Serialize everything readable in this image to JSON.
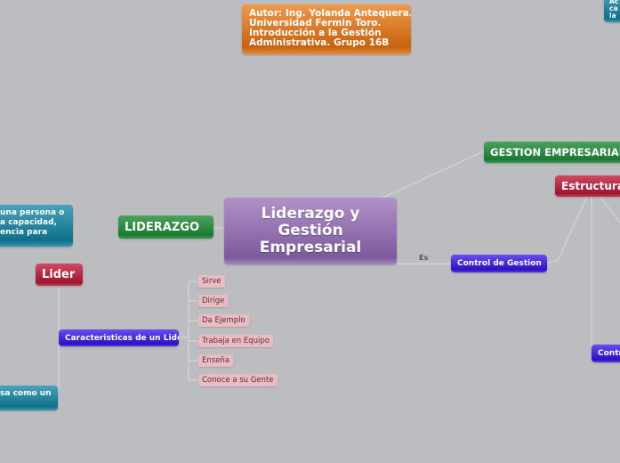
{
  "nodes": {
    "author": [
      "Autor: Ing. Yolanda Antequera.",
      "Universidad Fermin Toro.",
      "Introducción a la Gestión",
      "Administrativa. Grupo 16B"
    ],
    "top_right_teal": [
      "Ac",
      "ca",
      "la"
    ],
    "center": "Liderazgo y Gestión Empresarial",
    "liderazgo": "LIDERAZGO",
    "left_teal": [
      "una persona o",
      "a capacidad,",
      "encia para"
    ],
    "lider": "Lider",
    "caracteristicas": "Caracteristicas de un Lider",
    "bottom_left_teal": "sa como un",
    "traits": [
      "Sirve",
      "Dirige",
      "Da Ejemplo",
      "Trabaja en Equipo",
      "Enseña",
      "Conoce a su Gente"
    ],
    "gestion": "GESTION EMPRESARIAL",
    "estructura": "Estructura",
    "es_label": "Es",
    "control_gestion": "Control de Gestion",
    "cont_partial": "Control"
  },
  "colors": {
    "background": "#bcbdc1",
    "center": "#8f6cae",
    "green": "#1f8236",
    "red": "#a8183a",
    "blue": "#3a1ad0",
    "teal": "#1a7a94",
    "orange": "#d8741e",
    "pill": "#e7bcc3"
  }
}
